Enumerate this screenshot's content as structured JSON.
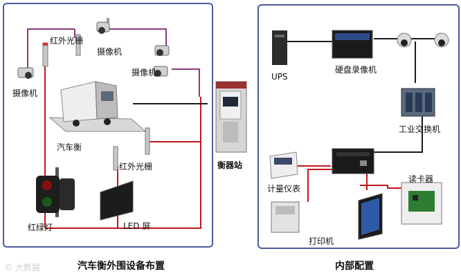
{
  "left_panel": {
    "caption": "汽车衡外围设备布置",
    "labels": {
      "infrared_top": "红外光栅",
      "camera_top": "摄像机",
      "camera_left": "摄像机",
      "camera_right": "摄像机",
      "truck_scale": "汽车衡",
      "infrared_bottom": "红外光栅",
      "traffic_light": "红绿灯",
      "led_screen": "LED 屏",
      "weighing_station": "衡器站"
    }
  },
  "right_panel": {
    "caption": "内部配置",
    "labels": {
      "ups": "UPS",
      "dvr": "硬盘录像机",
      "switch": "工业交换机",
      "meter": "计量仪表",
      "card_reader": "读卡器",
      "printer": "打印机"
    }
  },
  "watermark": "© 大数据",
  "colors": {
    "wire_purple": "#8a3a7a",
    "wire_red": "#c0161e",
    "wire_black": "#1a1a1a",
    "panel_border": "#4a5aa0"
  }
}
